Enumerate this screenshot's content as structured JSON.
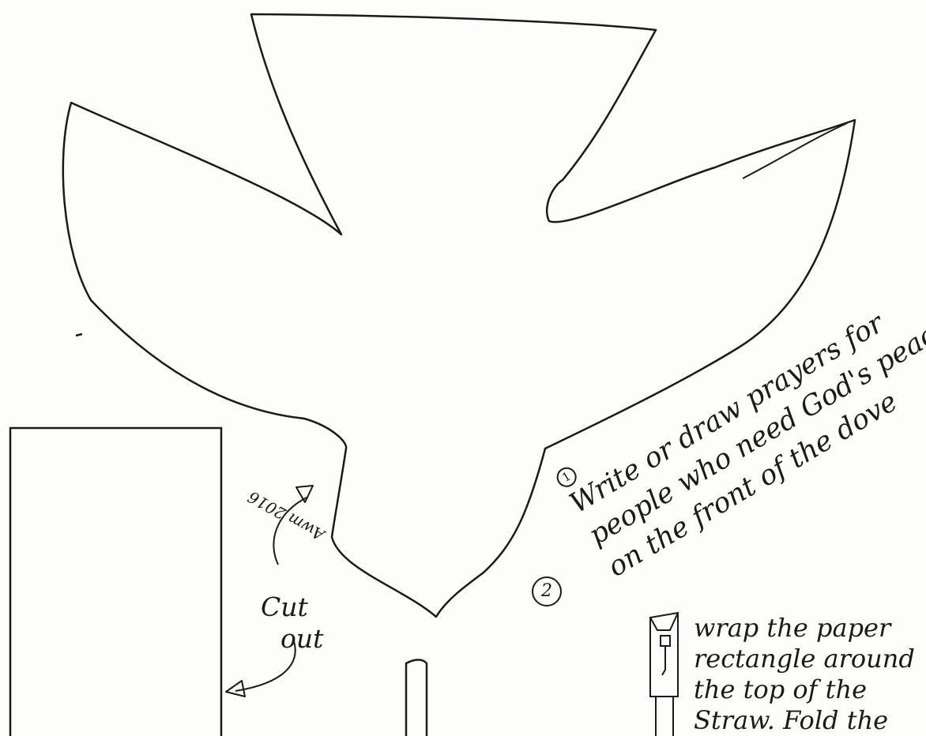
{
  "step1": {
    "number": "1",
    "line1": "Write or draw prayers for",
    "line2": "people who need God's peace",
    "line3": "on the front of the dove"
  },
  "step2": {
    "number": "2"
  },
  "cut_out": {
    "line1": "Cut",
    "line2": "out"
  },
  "credit": "Awm 2016",
  "step3": {
    "line1": "wrap the paper",
    "line2": "rectangle around",
    "line3": "the top of the",
    "line4": "Straw. Fold the"
  }
}
